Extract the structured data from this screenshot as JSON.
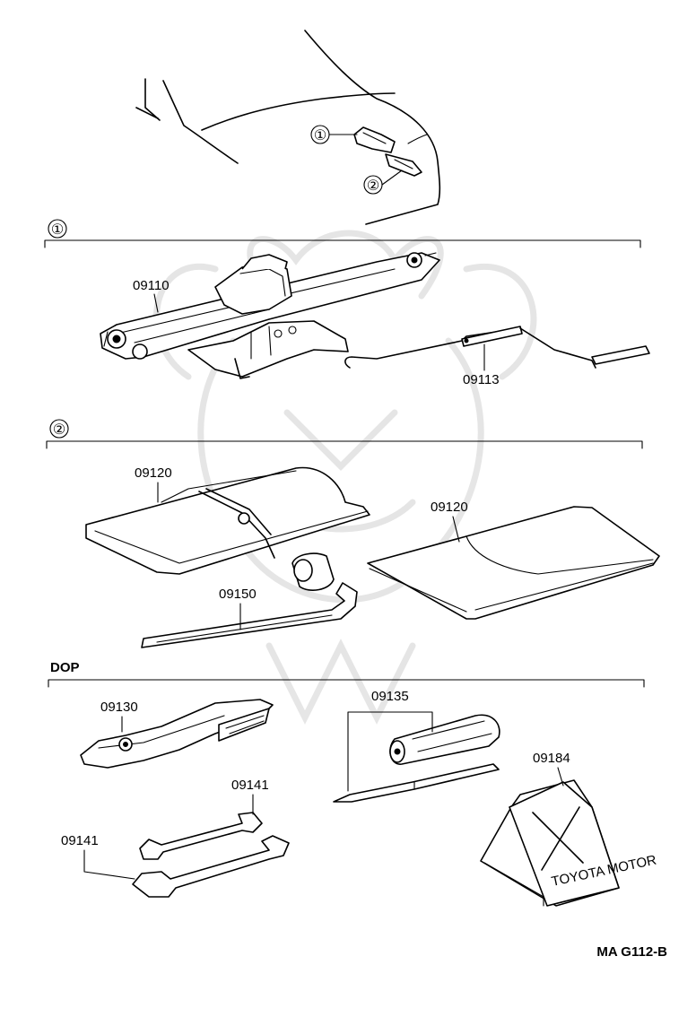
{
  "diagram": {
    "callouts": {
      "c1": "①",
      "c2": "②"
    },
    "sections": {
      "jack_marker": "①",
      "toolbag_marker": "②",
      "dop": "DOP"
    },
    "parts": {
      "jack": "09110",
      "jack_handle": "09113",
      "tool_bag_rolled": "09120",
      "tool_bag_flat": "09120",
      "wheel_wrench": "09150",
      "pliers": "09130",
      "screwdriver": "09135",
      "wrench_upper": "09141",
      "wrench_lower": "09141",
      "triangle": "09184"
    },
    "triangle_text": "TOYOTA MOTOR",
    "ref_code": "MA G112-B"
  }
}
